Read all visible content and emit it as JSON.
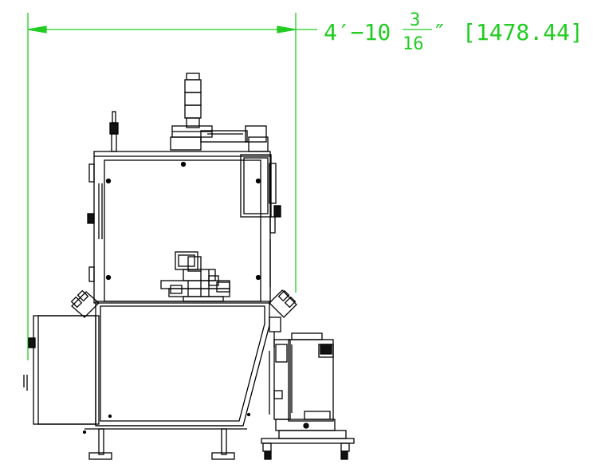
{
  "dimension": {
    "feet_inches_prefix": "4′−10",
    "fraction_numerator": "3",
    "fraction_denominator": "16",
    "inch_mark": "″",
    "metric": "[1478.44]",
    "color": "#22cc22"
  },
  "colors": {
    "line": "#000000",
    "background": "#ffffff",
    "dimension": "#22cc22"
  }
}
